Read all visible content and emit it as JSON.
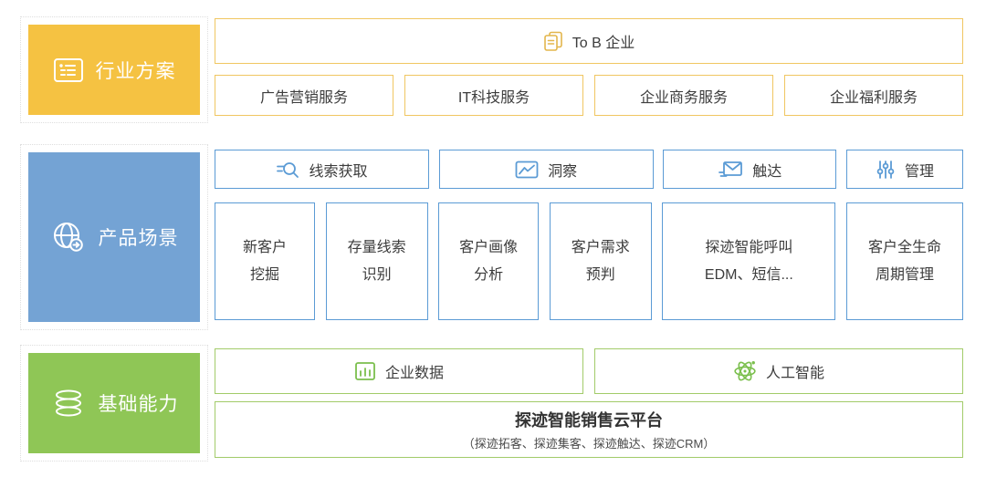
{
  "palette": {
    "yellow": "#f5c242",
    "yellow_border": "#f0c661",
    "blue": "#74a3d4",
    "blue_border": "#5b9bd5",
    "green": "#8fc656",
    "green_border": "#a2cb69",
    "text": "#3c3c3c"
  },
  "industry_row": {
    "label": "行业方案",
    "label_icon": "card-list-icon",
    "header": {
      "icon": "documents-icon",
      "text": "To B 企业"
    },
    "items": [
      "广告营销服务",
      "IT科技服务",
      "企业商务服务",
      "企业福利服务"
    ]
  },
  "product_row": {
    "label": "产品场景",
    "label_icon": "globe-arrow-icon",
    "headers": [
      {
        "icon": "search-leads-icon",
        "text": "线索获取"
      },
      {
        "icon": "insight-chart-icon",
        "text": "洞察"
      },
      {
        "icon": "send-mail-icon",
        "text": "触达"
      },
      {
        "icon": "sliders-icon",
        "text": "管理"
      }
    ],
    "cells": [
      "新客户\n挖掘",
      "存量线索\n识别",
      "客户画像\n分析",
      "客户需求\n预判",
      "探迹智能呼叫\nEDM、短信...",
      "客户全生命\n周期管理"
    ]
  },
  "foundation_row": {
    "label": "基础能力",
    "label_icon": "database-icon",
    "items": [
      {
        "icon": "bar-chart-icon",
        "text": "企业数据"
      },
      {
        "icon": "atom-icon",
        "text": "人工智能"
      }
    ],
    "platform": {
      "title": "探迹智能销售云平台",
      "subtitle": "（探迹拓客、探迹集客、探迹触达、探迹CRM）"
    }
  }
}
